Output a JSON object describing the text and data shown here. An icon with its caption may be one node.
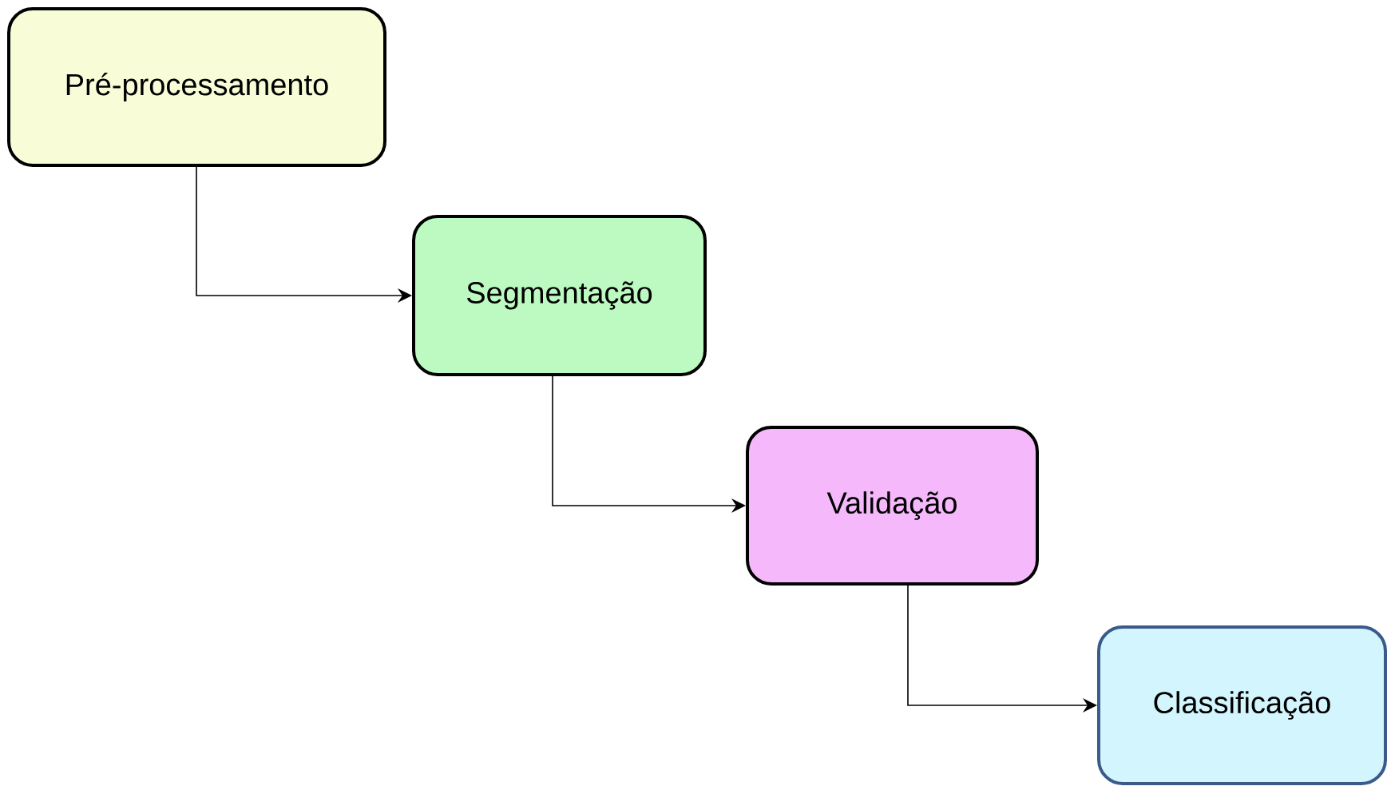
{
  "diagram": {
    "nodes": [
      {
        "text": [
          "Pré-processamento"
        ]
      },
      {
        "text": [
          "Segmentação"
        ]
      },
      {
        "text": [
          "Validação"
        ]
      },
      {
        "text": [
          "Classificação"
        ]
      }
    ],
    "edges": [
      {
        "from": 0,
        "to": 1,
        "arrow": "to"
      },
      {
        "from": 1,
        "to": 2,
        "arrow": "to"
      },
      {
        "from": 2,
        "to": 3,
        "arrow": "to"
      }
    ]
  }
}
